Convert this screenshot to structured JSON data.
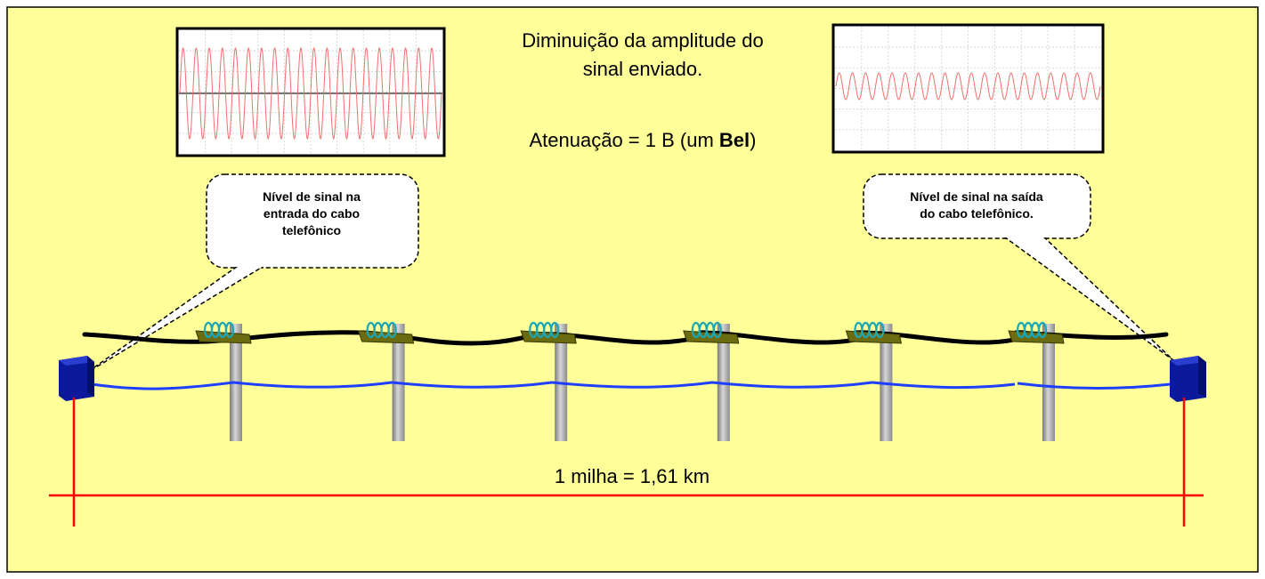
{
  "title": {
    "line1": "Diminuição da amplitude do",
    "line2": "sinal enviado."
  },
  "attenuation": {
    "prefix": "Atenuação = 1 B (um ",
    "unit_bold": "Bel",
    "suffix": ")"
  },
  "callouts": {
    "input": [
      "Nível de sinal na",
      "entrada do cabo",
      "telefônico"
    ],
    "output": [
      "Nível de sinal na saída",
      "do cabo telefônico."
    ]
  },
  "distance_label": "1 milha = 1,61 km",
  "oscilloscopes": {
    "input_cycles": 20,
    "input_amplitude": 0.85,
    "output_cycles": 20,
    "output_amplitude": 0.25
  },
  "poles_count": 6,
  "colors": {
    "background": "#ffff99",
    "trace": "#f07070",
    "overhead_cable": "#000000",
    "ground_cable": "#1f3fff",
    "measure_line": "#ff0000",
    "terminal_box": "#0a1a9a",
    "pole": "#a8a8a8",
    "insulator_coil": "#1aa8b8"
  }
}
